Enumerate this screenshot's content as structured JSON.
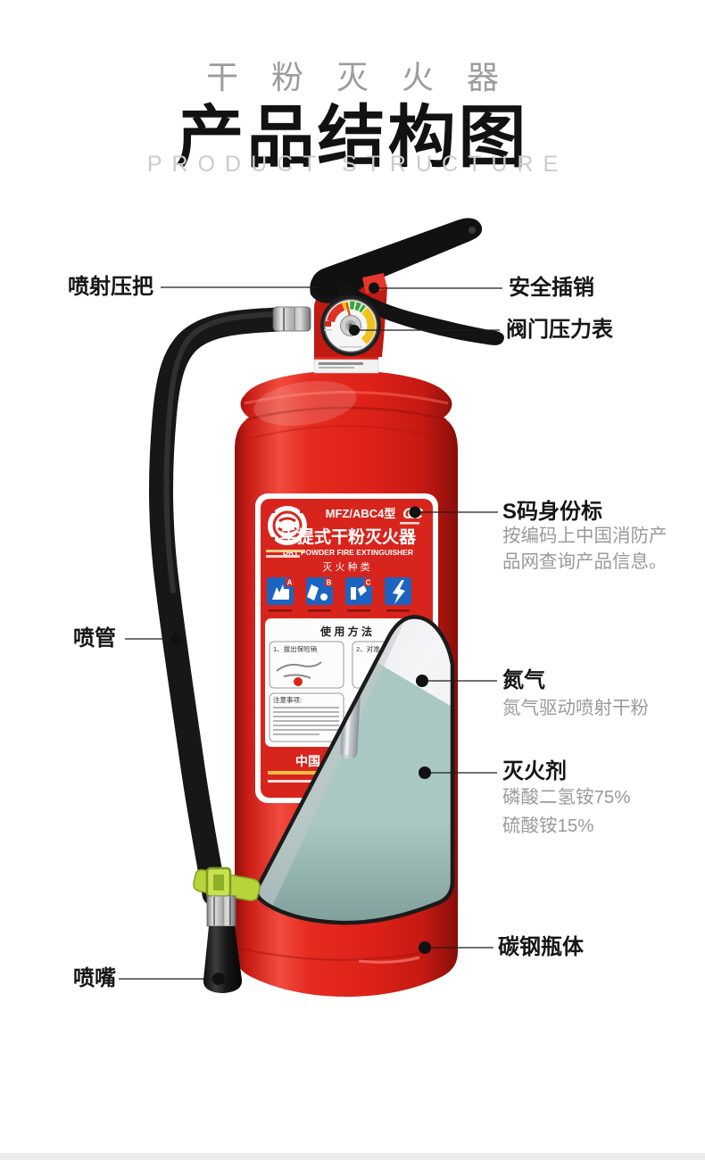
{
  "header": {
    "kicker": "干粉灭火器",
    "title": "产品结构图",
    "subtitle_en": "PRODUCT STRUCTURE"
  },
  "callouts": {
    "spray_handle": {
      "label": "喷射压把"
    },
    "spray_tube": {
      "label": "喷管"
    },
    "nozzle": {
      "label": "喷嘴"
    },
    "safety_pin": {
      "label": "安全插销"
    },
    "valve_gauge": {
      "label": "阀门压力表"
    },
    "s_code": {
      "label": "S码身份标",
      "desc_line1": "按编码上中国消防产",
      "desc_line2": "品网查询产品信息。"
    },
    "nitrogen": {
      "label": "氮气",
      "desc_line1": "氮气驱动喷射干粉"
    },
    "agent": {
      "label": "灭火剂",
      "desc_line1": "磷酸二氢铵75%",
      "desc_line2": "硫酸铵15%"
    },
    "cylinder": {
      "label": "碳钢瓶体"
    }
  },
  "extinguisher_label": {
    "model": "MFZ/ABC4型",
    "name_cn": "手提式干粉灭火器",
    "name_en": "DRY POWDER FIRE EXTINGUISHER",
    "fire_types_title": "灭 火 种 类",
    "class_a": "A",
    "class_b": "B",
    "class_c": "C",
    "usage_title": "使 用 方 法",
    "step1": "1、拔出保险销",
    "step2": "2、对准火焰根部",
    "notice_title": "注意事项:",
    "origin": "中国",
    "ccc": "CCC"
  },
  "colors": {
    "body_red": "#e2231a",
    "label_red": "#d7251d",
    "powder_teal": "#a9c8c4",
    "nitrogen_white": "#f0f1f3",
    "clip_green": "#b6d53a",
    "class_blue": "#1d64c2",
    "gauge_red": "#e03127",
    "gauge_yellow": "#f2c21f",
    "gauge_green": "#3aa337",
    "footer_bar": "#ebebeb"
  }
}
